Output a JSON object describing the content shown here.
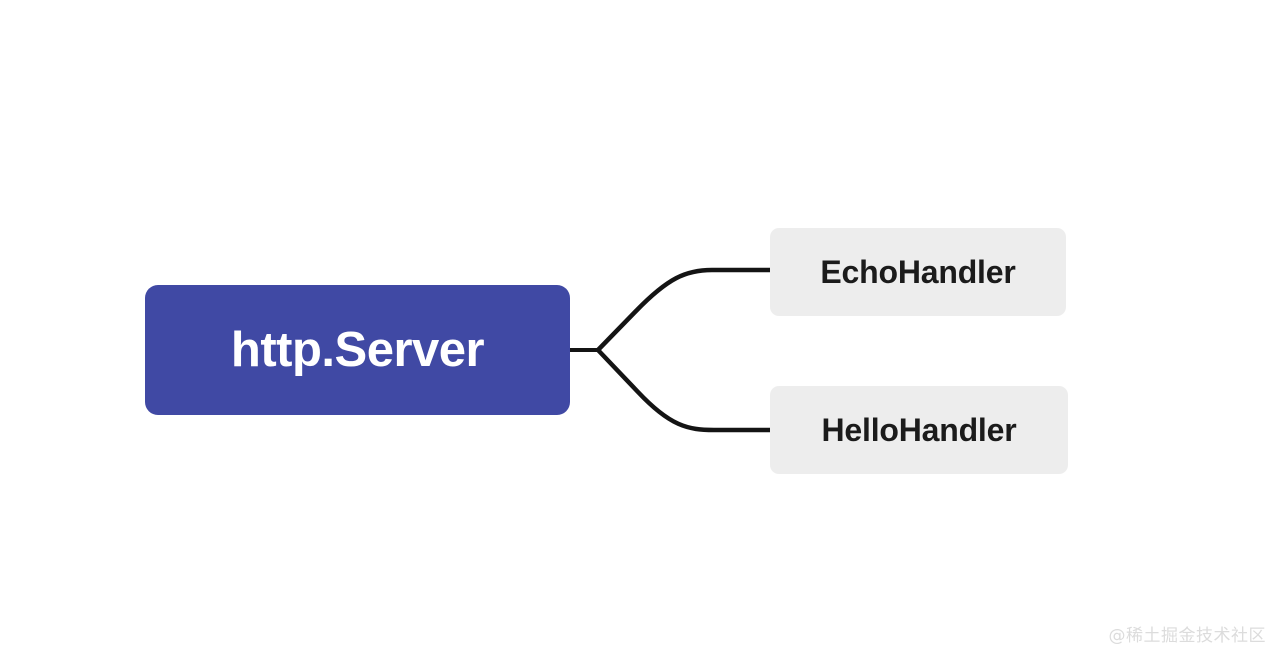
{
  "diagram": {
    "type": "mindmap",
    "background_color": "#ffffff",
    "connector_color": "#141414",
    "connector_width": 4,
    "root": {
      "label": "http.Server",
      "fill_color": "#4049a4",
      "text_color": "#ffffff"
    },
    "children": [
      {
        "id": "echo",
        "label": "EchoHandler",
        "fill_color": "#ededed",
        "text_color": "#1b1b1b"
      },
      {
        "id": "hello",
        "label": "HelloHandler",
        "fill_color": "#ededed",
        "text_color": "#1b1b1b"
      }
    ]
  },
  "watermark": {
    "text": "@稀土掘金技术社区",
    "color": "#dcdcdc"
  }
}
